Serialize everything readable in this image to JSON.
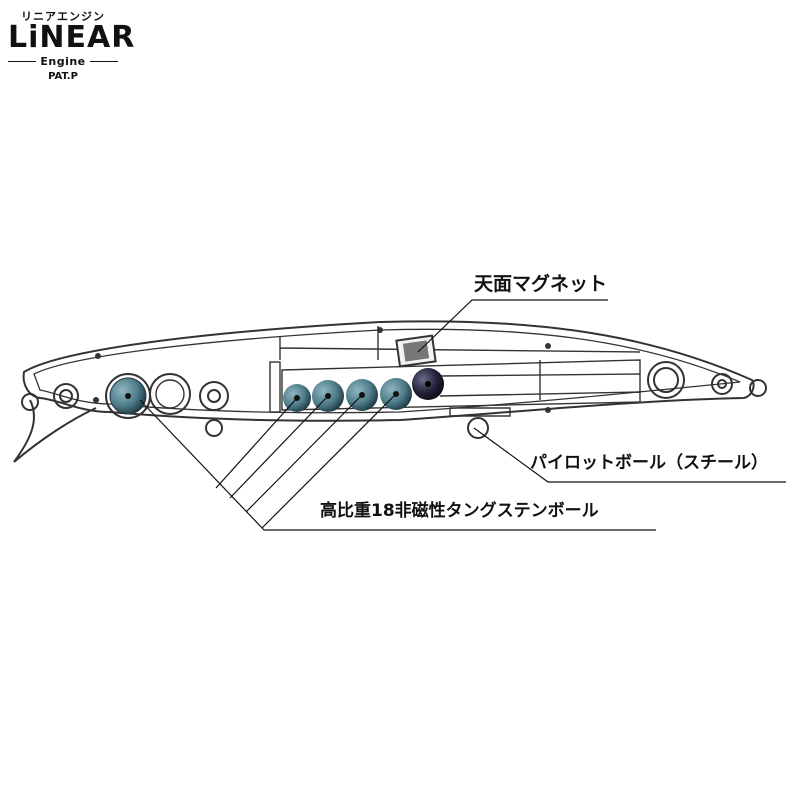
{
  "logo": {
    "kana": "リニアエンジン",
    "word": "LiNEAR",
    "sub": "Engine",
    "pat": "PAT.P"
  },
  "labels": {
    "top_magnet": "天面マグネット",
    "pilot_ball": "パイロットボール（スチール）",
    "tungsten_balls": "高比重18非磁性タングステンボール"
  },
  "colors": {
    "outline": "#333333",
    "tungsten_ball": "#4f7d8a",
    "steel_ball": "#23233a",
    "magnet": "#777777"
  }
}
